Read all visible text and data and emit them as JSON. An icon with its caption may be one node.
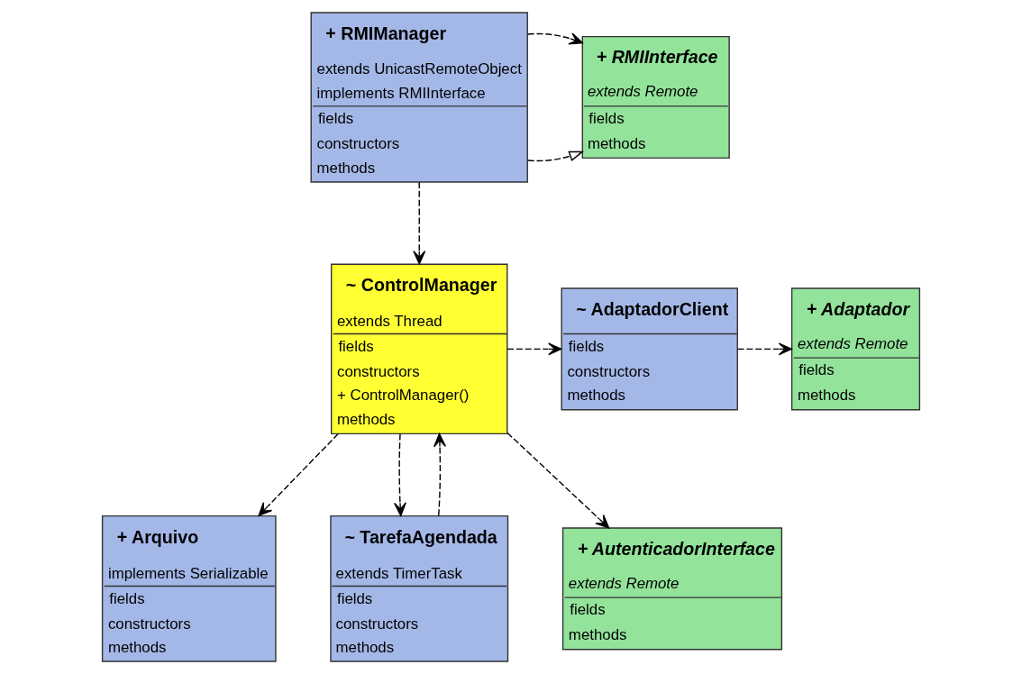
{
  "diagram": {
    "nodes": [
      {
        "text": [
          "+ RMIManager",
          "extends UnicastRemoteObject",
          "implements RMIInterface",
          "fields",
          "constructors",
          "methods"
        ]
      },
      {
        "text": [
          "+ RMIInterface",
          "extends Remote",
          "fields",
          "methods"
        ]
      },
      {
        "text": [
          "~ ControlManager",
          "extends Thread",
          "fields",
          "constructors",
          "+ ControlManager()",
          "methods"
        ]
      },
      {
        "text": [
          "~ AdaptadorClient",
          "fields",
          "constructors",
          "methods"
        ]
      },
      {
        "text": [
          "+ Adaptador",
          "extends Remote",
          "fields",
          "methods"
        ]
      },
      {
        "text": [
          "+ Arquivo",
          "implements Serializable",
          "fields",
          "constructors",
          "methods"
        ]
      },
      {
        "text": [
          "~ TarefaAgendada",
          "extends TimerTask",
          "fields",
          "constructors",
          "methods"
        ]
      },
      {
        "text": [
          "+ AutenticadorInterface",
          "extends Remote",
          "fields",
          "methods"
        ]
      }
    ],
    "edges": [
      {
        "from": 0,
        "to": 1,
        "arrow": "to",
        "style": "dashed"
      },
      {
        "from": 0,
        "to": 1,
        "arrow": "to",
        "style": "dashed"
      },
      {
        "from": 0,
        "to": 2,
        "arrow": "to",
        "style": "dashed"
      },
      {
        "from": 2,
        "to": 3,
        "arrow": "to",
        "style": "dashed"
      },
      {
        "from": 3,
        "to": 4,
        "arrow": "to",
        "style": "dashed"
      },
      {
        "from": 2,
        "to": 5,
        "arrow": "to",
        "style": "dashed"
      },
      {
        "from": 2,
        "to": 6,
        "arrow": "to",
        "style": "dashed"
      },
      {
        "from": 6,
        "to": 2,
        "arrow": "to",
        "style": "dashed"
      },
      {
        "from": 2,
        "to": 7,
        "arrow": "to",
        "style": "dashed"
      }
    ]
  }
}
